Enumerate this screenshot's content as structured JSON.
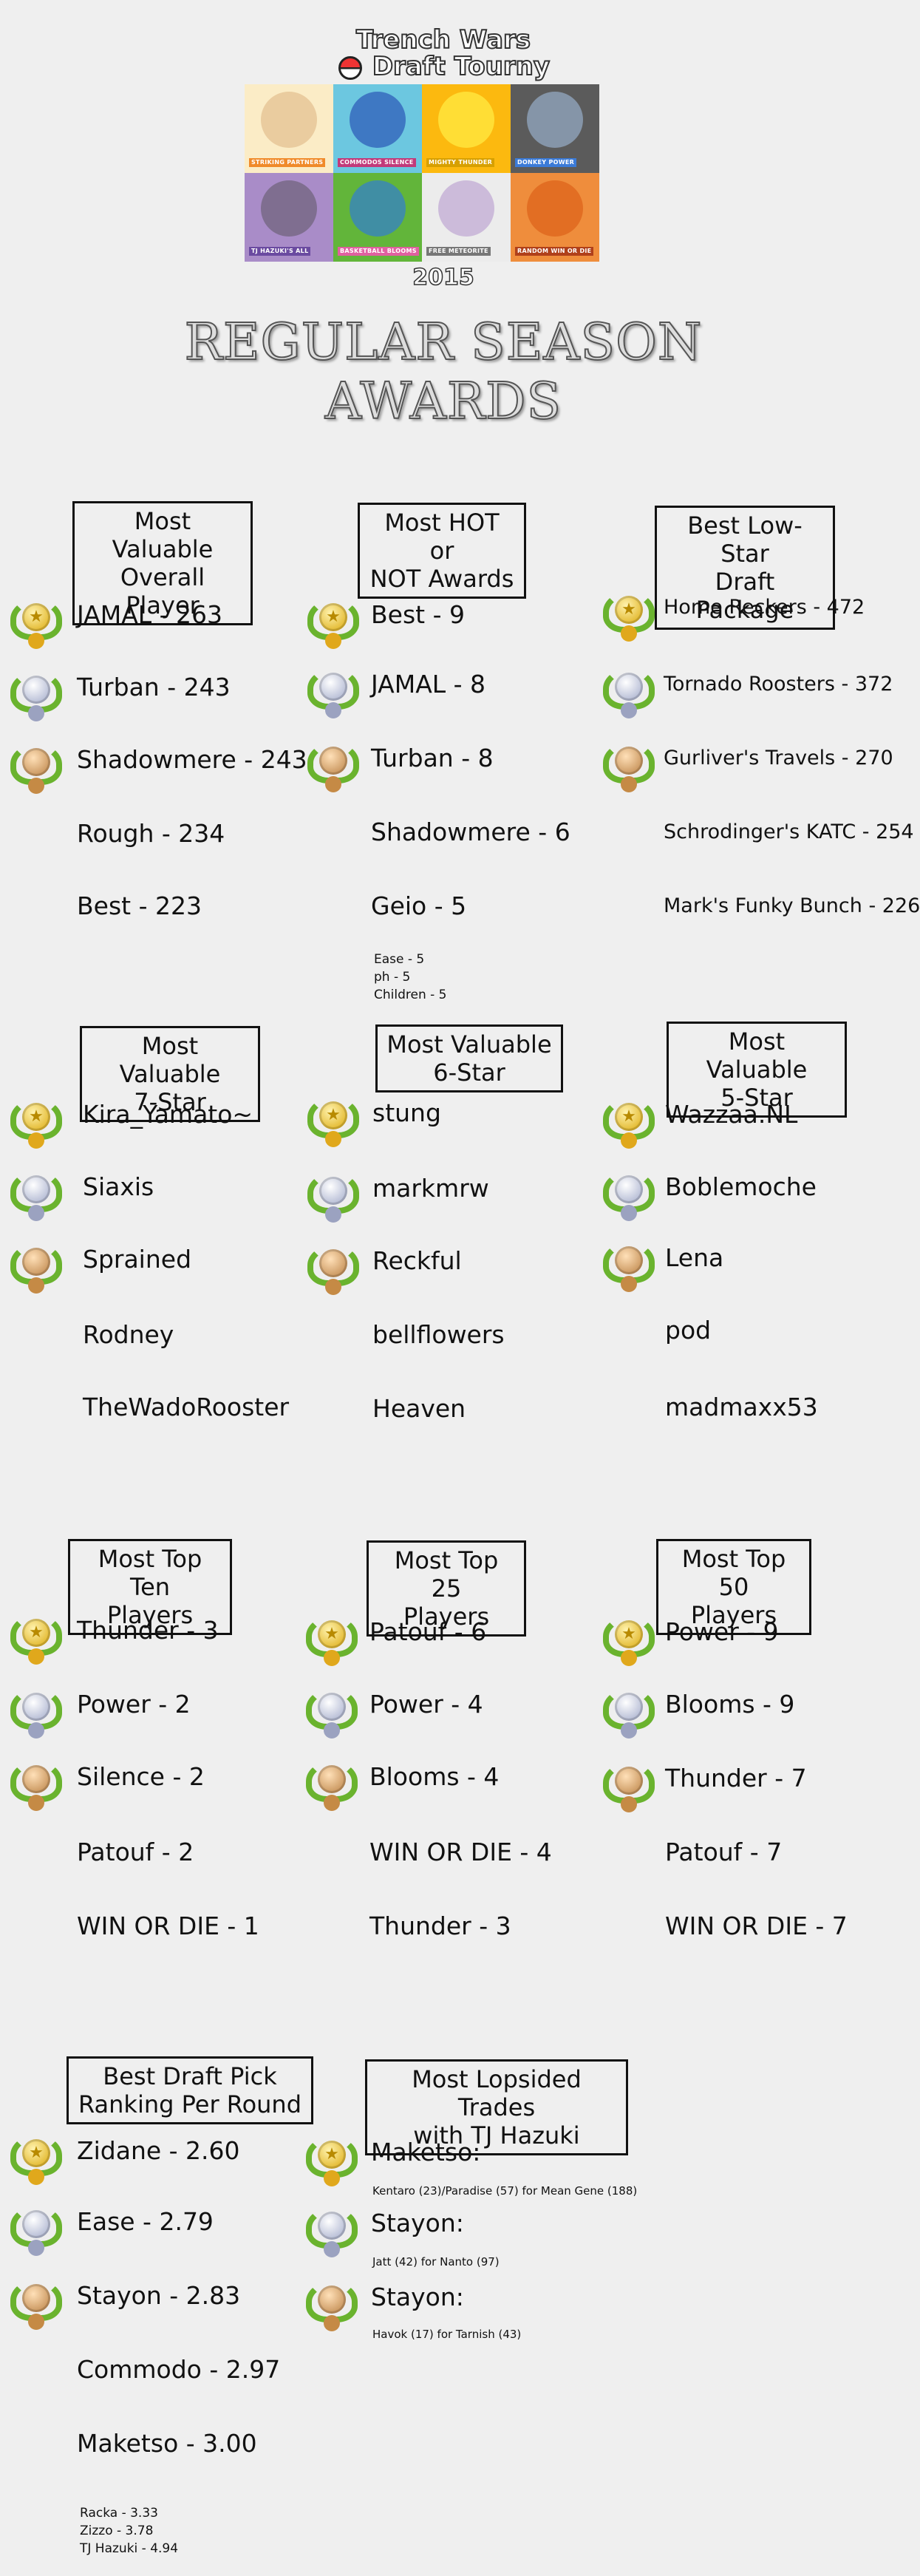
{
  "header": {
    "logo_line1": "Trench Wars",
    "logo_line2": "Draft Tourny",
    "year": "2015",
    "title_line1": "REGULAR SEASON",
    "title_line2": "AWARDS",
    "tiles": [
      {
        "label": "STRIKING PARTNERS",
        "bg": "#fbecc6",
        "fig": "#e8c99a",
        "tag": "#f08a2a",
        "icon": "meowth-icon"
      },
      {
        "label": "COMMODOS SILENCE",
        "bg": "#6cc7e0",
        "fig": "#3a6fc0",
        "tag": "#c23a7a",
        "icon": "tentacruel-icon"
      },
      {
        "label": "MIGHTY THUNDER",
        "bg": "#fcb90f",
        "fig": "#ffe23a",
        "tag": "#d7a000",
        "icon": "pikachu-icon"
      },
      {
        "label": "DONKEY POWER",
        "bg": "#5b5b5b",
        "fig": "#8a9bb0",
        "tag": "#3b7bd8",
        "icon": "machamp-icon"
      },
      {
        "label": "TJ HAZUKI'S ALL",
        "bg": "#a98cc8",
        "fig": "#7a6a8a",
        "tag": "#6a4aa0",
        "icon": "weezing-icon"
      },
      {
        "label": "BASKETBALL BLOOMS",
        "bg": "#62b53a",
        "fig": "#3d8ab0",
        "tag": "#e060a0",
        "icon": "ivysaur-icon"
      },
      {
        "label": "FREE METEORITE",
        "bg": "#ececec",
        "fig": "#c9b6d8",
        "tag": "#777",
        "icon": "mewtwo-icon"
      },
      {
        "label": "RANDOM WIN OR DIE",
        "bg": "#ef8d3c",
        "fig": "#e06a20",
        "tag": "#b0401a",
        "icon": "charizard-icon"
      }
    ]
  },
  "sections": {
    "mvp_overall": {
      "title1": "Most Valuable",
      "title2": "Overall Player",
      "entries": [
        "JAMAL - 263",
        "Turban - 243",
        "Shadowmere - 243",
        "Rough - 234",
        "Best - 223"
      ]
    },
    "hot_or_not": {
      "title1": "Most HOT or",
      "title2": "NOT Awards",
      "entries": [
        "Best - 9",
        "JAMAL - 8",
        "Turban - 8",
        "Shadowmere - 6",
        "Geio - 5"
      ],
      "notes": [
        "Ease - 5",
        "ph - 5",
        "Children - 5"
      ]
    },
    "low_star": {
      "title1": "Best Low-Star",
      "title2": "Draft Package",
      "entries": [
        "Home Reckers - 472",
        "Tornado Roosters - 372",
        "Gurliver's Travels - 270",
        "Schrodinger's KATC - 254",
        "Mark's Funky Bunch - 226"
      ]
    },
    "mv7": {
      "title1": "Most Valuable",
      "title2": "7-Star",
      "entries": [
        "Kira_Yamato~",
        "Siaxis",
        "Sprained",
        "Rodney",
        "TheWadoRooster"
      ]
    },
    "mv6": {
      "title1": "Most Valuable",
      "title2": "6-Star",
      "entries": [
        "stung",
        "markmrw",
        "Reckful",
        "bellflowers",
        "Heaven"
      ]
    },
    "mv5": {
      "title1": "Most Valuable",
      "title2": "5-Star",
      "entries": [
        "Wazzaa.NL",
        "Boblemoche",
        "Lena",
        "pod",
        "madmaxx53"
      ]
    },
    "top10": {
      "title1": "Most Top Ten",
      "title2": "Players",
      "entries": [
        "Thunder - 3",
        "Power - 2",
        "Silence - 2",
        "Patouf - 2",
        "WIN OR DIE - 1"
      ]
    },
    "top25": {
      "title1": "Most Top 25",
      "title2": "Players",
      "entries": [
        "Patouf - 6",
        "Power - 4",
        "Blooms - 4",
        "WIN OR DIE - 4",
        "Thunder - 3"
      ]
    },
    "top50": {
      "title1": "Most Top 50",
      "title2": "Players",
      "entries": [
        "Power - 9",
        "Blooms - 9",
        "Thunder - 7",
        "Patouf - 7",
        "WIN OR DIE - 7"
      ]
    },
    "draft_pick": {
      "title1": "Best Draft Pick",
      "title2": "Ranking Per Round",
      "entries": [
        "Zidane - 2.60",
        "Ease - 2.79",
        "Stayon - 2.83",
        "Commodo - 2.97",
        "Maketso - 3.00"
      ],
      "notes": [
        "Racka - 3.33",
        "Zizzo - 3.78",
        "TJ Hazuki - 4.94"
      ]
    },
    "lopsided": {
      "title1": "Most Lopsided Trades",
      "title2": "with TJ Hazuki",
      "entries": [
        "Maketso:",
        "Stayon:",
        "Stayon:"
      ],
      "details": [
        "Kentaro (23)/Paradise (57) for Mean Gene (188)",
        "Jatt (42) for Nanto (97)",
        "Havok (17) for Tarnish (43)"
      ]
    }
  }
}
